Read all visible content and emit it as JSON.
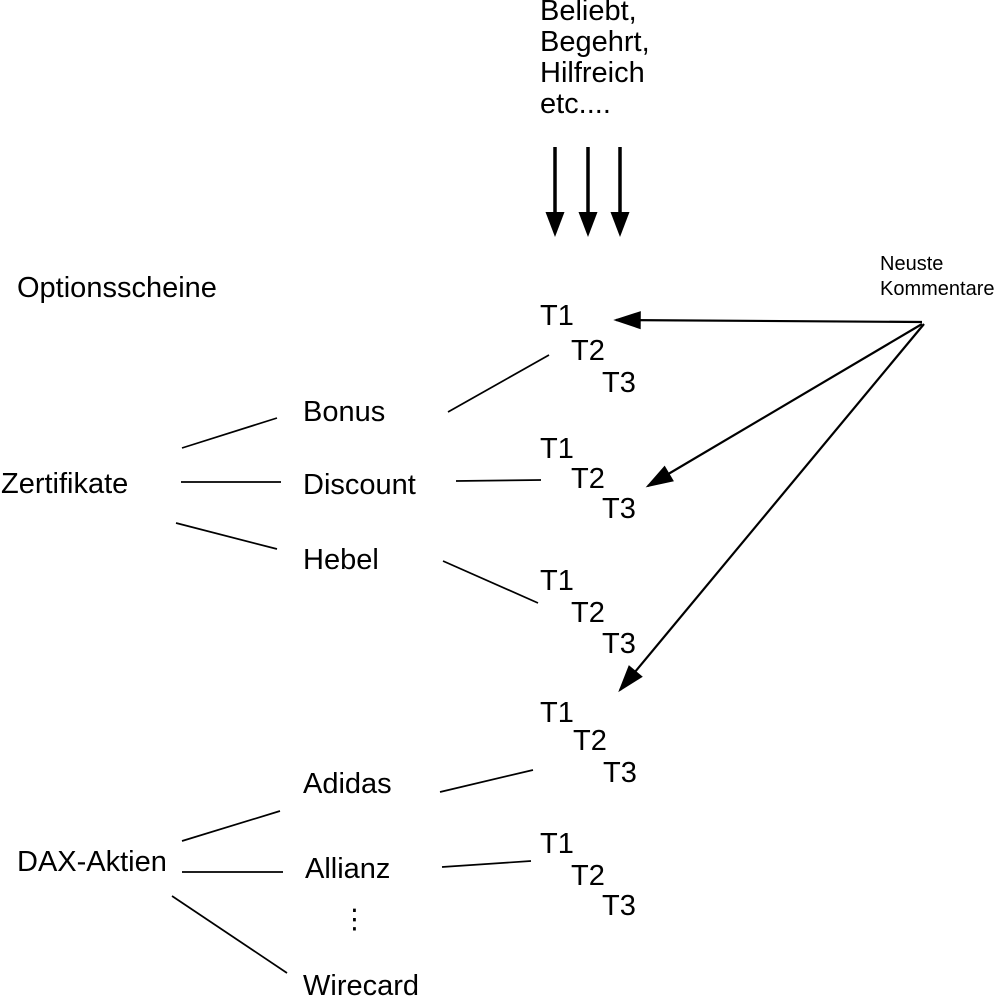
{
  "colors": {
    "ink": "#000000",
    "background": "#ffffff"
  },
  "top_annotation": {
    "lines": [
      "Beliebt,",
      "Begehrt,",
      "Hilfreich",
      "etc...."
    ]
  },
  "right_annotation": {
    "lines": [
      "Neuste",
      "Kommentare"
    ]
  },
  "icons": {
    "down_arrow": "thick-down-arrow-icon",
    "comment_arrow": "thin-pointer-arrow-icon"
  },
  "categories": {
    "optionsscheine": {
      "label": "Optionsscheine"
    },
    "zertifikate": {
      "label": "Zertifikate",
      "children": [
        "Bonus",
        "Discount",
        "Hebel"
      ]
    },
    "dax": {
      "label": "DAX-Aktien",
      "children": [
        "Adidas",
        "Allianz",
        "⋮",
        "Wirecard"
      ]
    }
  },
  "t_groups": [
    {
      "items": [
        "T1",
        "T2",
        "T3"
      ]
    },
    {
      "items": [
        "T1",
        "T2",
        "T3"
      ]
    },
    {
      "items": [
        "T1",
        "T2",
        "T3"
      ]
    },
    {
      "items": [
        "T1",
        "T2",
        "T3"
      ]
    },
    {
      "items": [
        "T1",
        "T2",
        "T3"
      ]
    }
  ]
}
